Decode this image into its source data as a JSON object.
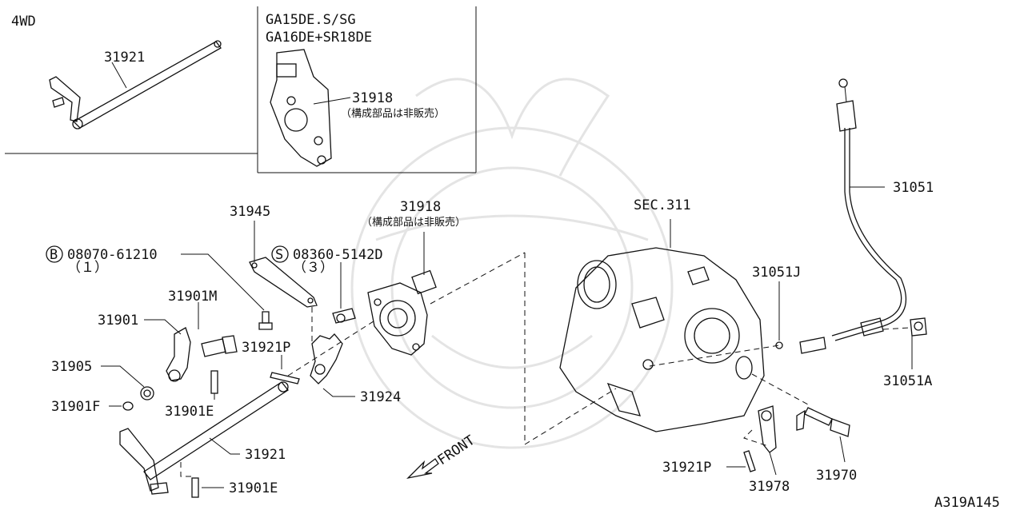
{
  "inset_4wd": {
    "label": "4WD",
    "part_31921": "31921"
  },
  "inset_engine": {
    "engines_line1": "GA15DE.S/SG",
    "engines_line2": "GA16DE+SR18DE",
    "part_31918": "31918",
    "note": "（構成部品は非販売）"
  },
  "parts": {
    "p31945": "31945",
    "p31918": "31918",
    "p31918_note": "（構成部品は非販売）",
    "bolt_b_circle": "B",
    "bolt_b_code": "08070-61210",
    "bolt_b_qty": "（１）",
    "screw_s_circle": "S",
    "screw_s_code": "08360-5142D",
    "screw_s_qty": "（３）",
    "p31901M": "31901M",
    "p31901": "31901",
    "p31921P_top": "31921P",
    "p31905": "31905",
    "p31924": "31924",
    "p31901F": "31901F",
    "p31901E_top": "31901E",
    "p31921_main": "31921",
    "p31901E_bottom": "31901E",
    "sec311": "SEC.311",
    "p31051J": "31051J",
    "p31051": "31051",
    "p31051A": "31051A",
    "p31921P_bottom": "31921P",
    "p31978": "31978",
    "p31970": "31970",
    "front": "FRONT"
  },
  "diagram_code": "A319A145"
}
